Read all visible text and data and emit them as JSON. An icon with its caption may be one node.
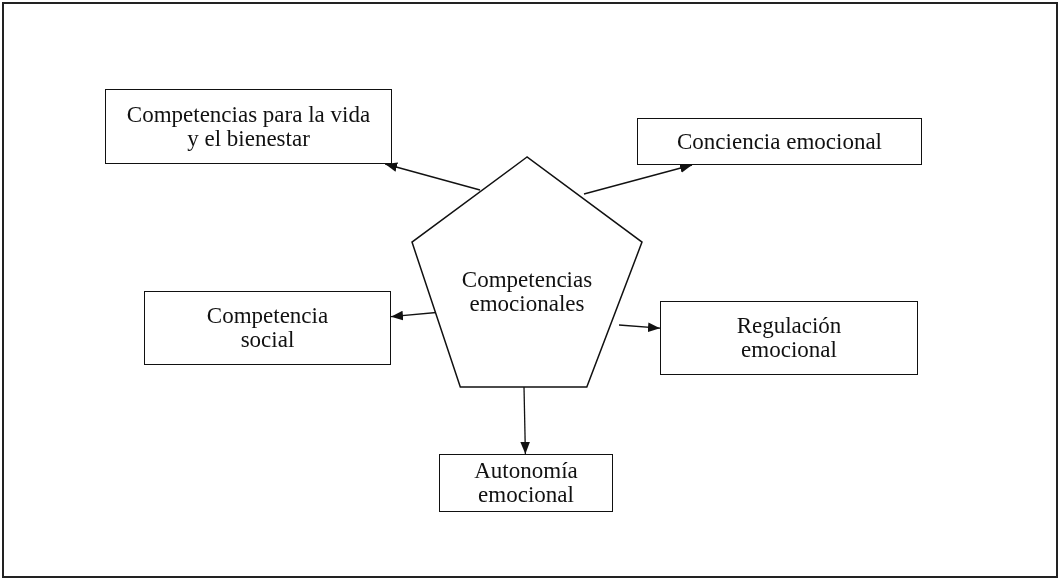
{
  "diagram": {
    "nodes": [
      {
        "text": [
          "Competencias emocionales"
        ]
      },
      {
        "text": [
          "Competencias para la vida y el bienestar"
        ]
      },
      {
        "text": [
          "Conciencia emocional"
        ]
      },
      {
        "text": [
          "Competencia social"
        ]
      },
      {
        "text": [
          "Regulación emocional"
        ]
      },
      {
        "text": [
          "Autonomía emocional"
        ]
      }
    ],
    "edges": [
      {
        "from": 0,
        "to": 1,
        "arrow": "to"
      },
      {
        "from": 0,
        "to": 2,
        "arrow": "to"
      },
      {
        "from": 0,
        "to": 3,
        "arrow": "to"
      },
      {
        "from": 0,
        "to": 4,
        "arrow": "to"
      },
      {
        "from": 0,
        "to": 5,
        "arrow": "to"
      }
    ]
  }
}
